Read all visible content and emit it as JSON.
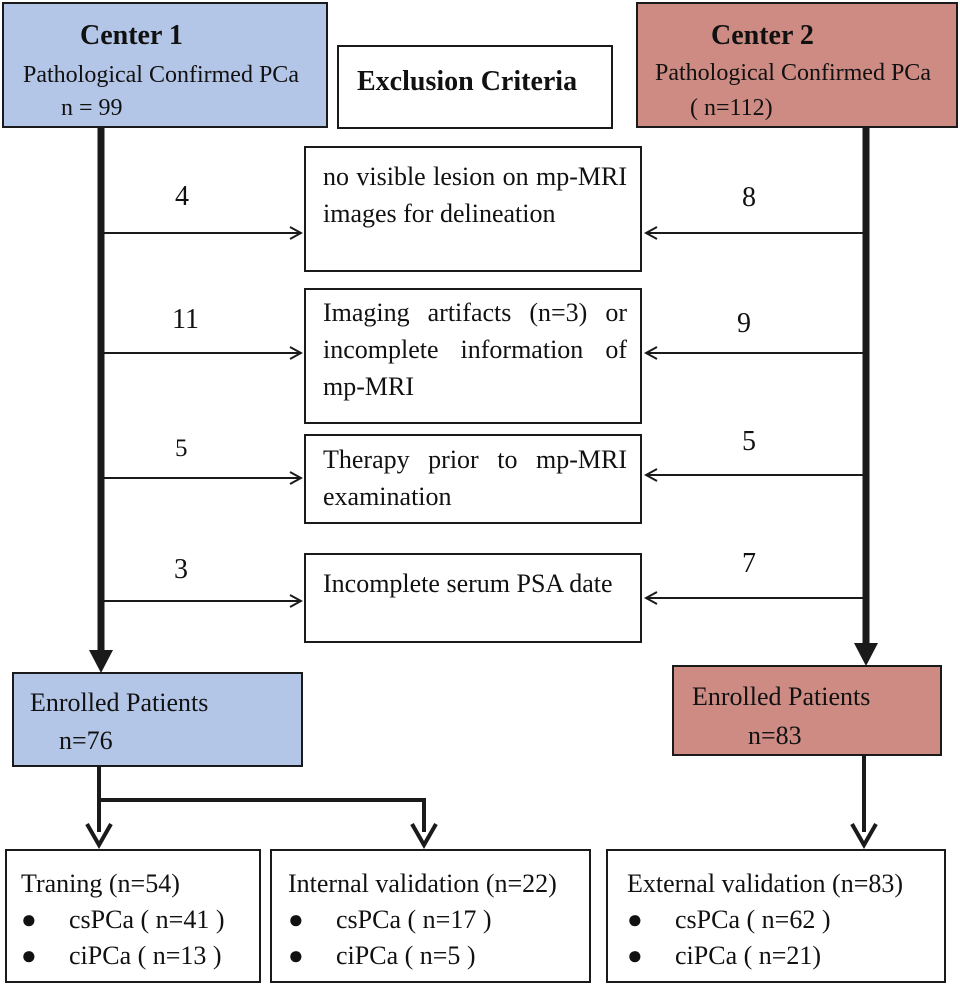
{
  "center1": {
    "title": "Center 1",
    "subtitle": "Pathological Confirmed PCa",
    "count": "n = 99"
  },
  "center2": {
    "title": "Center 2",
    "subtitle": "Pathological Confirmed PCa",
    "count": "( n=112)"
  },
  "exclusion": {
    "title": "Exclusion Criteria",
    "criteria": [
      {
        "text": "no visible lesion on mp-MRI images for delineation",
        "center1": "4",
        "center2": "8"
      },
      {
        "text": "Imaging artifacts (n=3) or incomplete information of mp-MRI",
        "center1": "11",
        "center2": "9"
      },
      {
        "text": "Therapy prior to mp-MRI examination",
        "center1": "5",
        "center2": "5"
      },
      {
        "text": "Incomplete serum PSA date",
        "center1": "3",
        "center2": "7"
      }
    ]
  },
  "enrolled1": {
    "label": "Enrolled Patients",
    "count": "n=76"
  },
  "enrolled2": {
    "label": "Enrolled Patients",
    "count": "n=83"
  },
  "cohorts": {
    "training": {
      "title": "Traning (n=54)",
      "bullet": "●",
      "items": [
        "csPCa ( n=41 )",
        "ciPCa ( n=13 )"
      ]
    },
    "internal": {
      "title": "Internal validation (n=22)",
      "bullet": "●",
      "items": [
        "csPCa ( n=17 )",
        "ciPCa ( n=5 )"
      ]
    },
    "external": {
      "title": "External validation (n=83)",
      "bullet": "●",
      "items": [
        "csPCa ( n=62 )",
        "ciPCa ( n=21)"
      ]
    }
  },
  "colors": {
    "center1_fill": "#b4c6e7",
    "center2_fill": "#cd8b83",
    "line": "#1a1a1a"
  }
}
